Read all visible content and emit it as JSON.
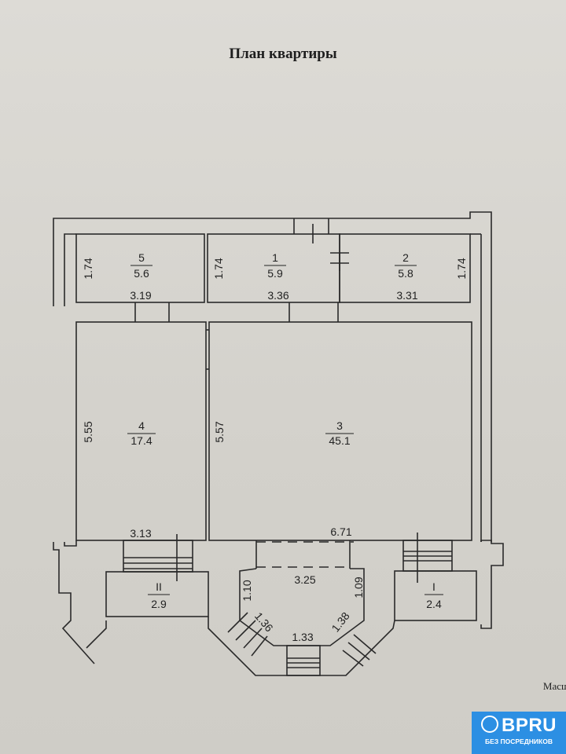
{
  "title": "План квартиры",
  "rooms": [
    {
      "id": "5",
      "area": "5.6",
      "width": "3.19",
      "height": "1.74"
    },
    {
      "id": "1",
      "area": "5.9",
      "width": "3.36",
      "height": "1.74"
    },
    {
      "id": "2",
      "area": "5.8",
      "width": "3.31",
      "height": "1.74"
    },
    {
      "id": "4",
      "area": "17.4",
      "width": "3.13",
      "height": "5.55"
    },
    {
      "id": "3",
      "area": "45.1",
      "width": "6.71",
      "height": "5.57"
    }
  ],
  "balconies": [
    {
      "id": "II",
      "area": "2.9"
    },
    {
      "id": "I",
      "area": "2.4"
    }
  ],
  "bay": {
    "width": "3.25",
    "left": "1.10",
    "right": "1.09",
    "diag_left": "1.36",
    "diag_right": "1.38",
    "front": "1.33"
  },
  "scale_label": "Масш",
  "watermark": {
    "brand": "BPRU",
    "tagline": "БЕЗ ПОСРЕДНИКОВ",
    "color": "#2c8fe3"
  }
}
